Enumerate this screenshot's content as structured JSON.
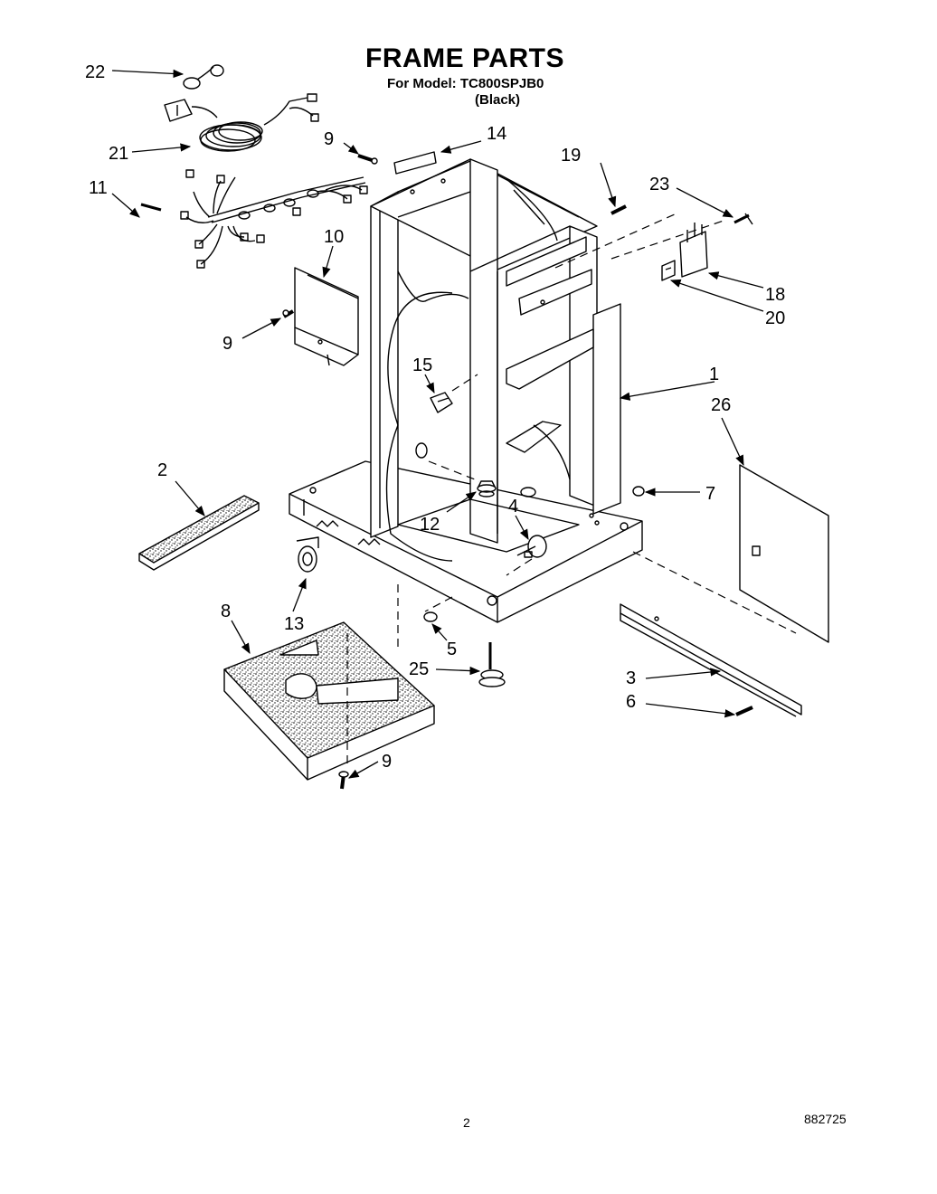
{
  "header": {
    "title": "FRAME PARTS",
    "model_label": "For Model:",
    "model_number": "TC800SPJB0",
    "color": "(Black)"
  },
  "footer": {
    "page_number": "2",
    "document_number": "882725"
  },
  "callouts": [
    {
      "id": "22",
      "label": "22"
    },
    {
      "id": "21",
      "label": "21"
    },
    {
      "id": "11",
      "label": "11"
    },
    {
      "id": "9a",
      "label": "9"
    },
    {
      "id": "14",
      "label": "14"
    },
    {
      "id": "19",
      "label": "19"
    },
    {
      "id": "23",
      "label": "23"
    },
    {
      "id": "10",
      "label": "10"
    },
    {
      "id": "18",
      "label": "18"
    },
    {
      "id": "20",
      "label": "20"
    },
    {
      "id": "9b",
      "label": "9"
    },
    {
      "id": "15",
      "label": "15"
    },
    {
      "id": "1",
      "label": "1"
    },
    {
      "id": "26",
      "label": "26"
    },
    {
      "id": "2",
      "label": "2"
    },
    {
      "id": "7",
      "label": "7"
    },
    {
      "id": "12",
      "label": "12"
    },
    {
      "id": "4",
      "label": "4"
    },
    {
      "id": "8",
      "label": "8"
    },
    {
      "id": "13",
      "label": "13"
    },
    {
      "id": "5",
      "label": "5"
    },
    {
      "id": "25",
      "label": "25"
    },
    {
      "id": "3",
      "label": "3"
    },
    {
      "id": "6",
      "label": "6"
    },
    {
      "id": "9c",
      "label": "9"
    }
  ]
}
